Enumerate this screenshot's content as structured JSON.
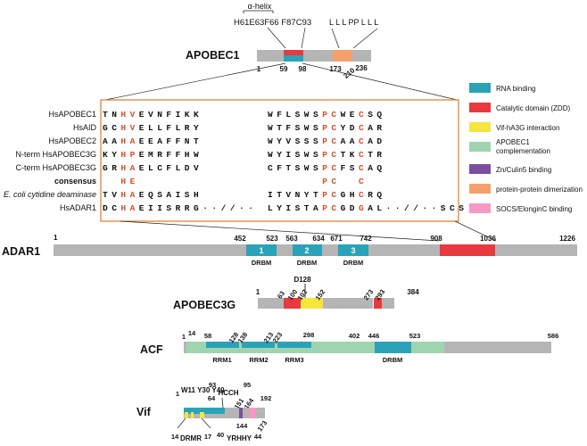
{
  "colors": {
    "rna": "#2aa3b8",
    "catalytic": "#e8393f",
    "vif": "#f4e63c",
    "apobec_comp": "#9fd4b0",
    "zn": "#7b4f9e",
    "ppi": "#f3a06d",
    "socs": "#f59ac4",
    "bar": "#b5b5b5",
    "box": "#e07a2a",
    "highlight": "#d4502a"
  },
  "legend": [
    {
      "label": "RNA binding",
      "color": "#2aa3b8"
    },
    {
      "label": "Catalytic domain (ZDD)",
      "color": "#e8393f"
    },
    {
      "label": "Vif-hA3G interaction",
      "color": "#f4e63c"
    },
    {
      "label": "APOBEC1 complementation",
      "color": "#9fd4b0"
    },
    {
      "label": "Zn/Culin5 binding",
      "color": "#7b4f9e"
    },
    {
      "label": "protein-protein dimerization",
      "color": "#f3a06d"
    },
    {
      "label": "SOCS/ElonginC binding",
      "color": "#f59ac4"
    }
  ],
  "apobec1": {
    "title": "APOBEC1",
    "helix_label": "α-helix",
    "helix_residues": "H61E63F66  F87C93",
    "leucines": "L L L  PP L L L",
    "nums": [
      "1",
      "59",
      "98",
      "173",
      "210",
      "236"
    ]
  },
  "alignment": {
    "rows": [
      {
        "name": "HsAPOBEC1",
        "left": "TNHVEVNFIKK",
        "right": "WFLSWSPCWECSQ"
      },
      {
        "name": "HsAID",
        "left": "GCHVELLFLRY",
        "right": "WTFSWSPCYDCAR"
      },
      {
        "name": "HsAPOBEC2",
        "left": "AAHAEEAFFNT",
        "right": "WYVSSSPCAACAD"
      },
      {
        "name": "N-term HsAPOBEC3G",
        "left": "KYHPEMRFFHW",
        "right": "WYISWSPCTKCTR"
      },
      {
        "name": "C-term HsAPOBEC3G",
        "left": "GRHAELCFLDV",
        "right": "CFTSWSPCFSCAQ"
      },
      {
        "name": "consensus",
        "left": "  HE       ",
        "right": "      PC  C  "
      },
      {
        "name": "E. coli cytidine deaminase",
        "left": "TVHAEQSAISH",
        "right": "ITVNYTPCGHCRQ"
      },
      {
        "name": "HsADAR1",
        "left": "DCHAEIISRRG··//··",
        "right": "LYISTAPCGDGAL··//··SCS"
      }
    ]
  },
  "adar1": {
    "title": "ADAR1",
    "nums": [
      "1",
      "452",
      "523",
      "563",
      "634",
      "671",
      "742",
      "908",
      "1036",
      "1226"
    ],
    "domains": [
      "1",
      "2",
      "3"
    ],
    "drbm": "DRBM"
  },
  "apobec3g": {
    "title": "APOBEC3G",
    "top_label": "D128",
    "nums": [
      "1",
      "63",
      "100",
      "102",
      "152",
      "273",
      "293",
      "384"
    ]
  },
  "acf": {
    "title": "ACF",
    "nums": [
      "1",
      "14",
      "58",
      "128",
      "138",
      "213",
      "223",
      "298",
      "402",
      "446",
      "523",
      "586"
    ],
    "domain_labels": [
      "RRM1",
      "RRM2",
      "RRM3",
      "DRBM"
    ]
  },
  "vif": {
    "title": "Vif",
    "top_motifs": "W11 Y30 Y40",
    "hcch": "HCCH",
    "nums_top": [
      "1",
      "64",
      "93",
      "95",
      "151",
      "164",
      "192"
    ],
    "bottom_labels": [
      "14",
      "DRMR",
      "17",
      "40",
      "YRHHY",
      "44",
      "144",
      "173"
    ]
  }
}
